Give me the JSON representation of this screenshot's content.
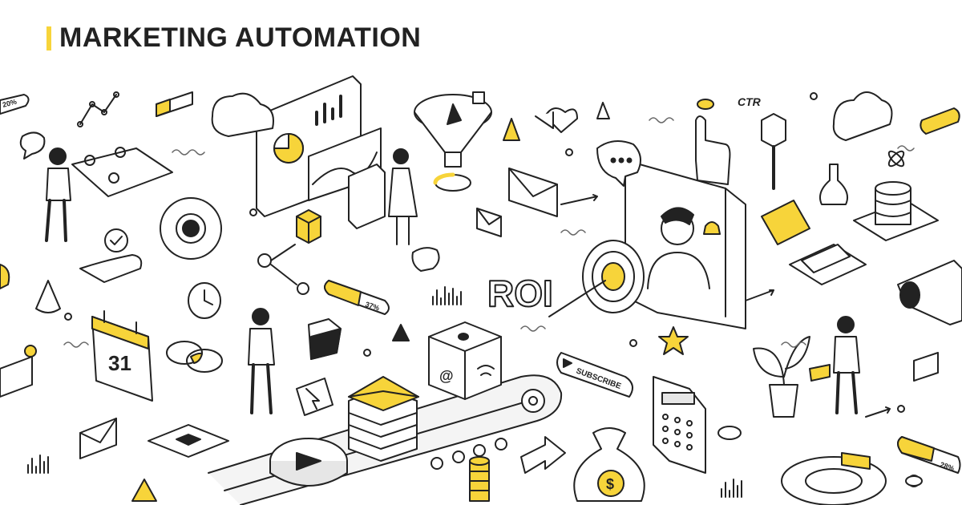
{
  "header": {
    "title": "MARKETING AUTOMATION"
  },
  "labels": {
    "ctr": "CTR",
    "roi": "ROI",
    "calendar_day": "31",
    "subscribe": "SUBSCRIBE",
    "pct_20": "20%",
    "pct_37": "37%",
    "pct_28": "28%",
    "email_at": "@",
    "dollar": "$"
  },
  "colors": {
    "accent": "#f7d43a",
    "ink": "#222222",
    "shade": "#e6e6e6",
    "mid": "#bfbfbf"
  }
}
